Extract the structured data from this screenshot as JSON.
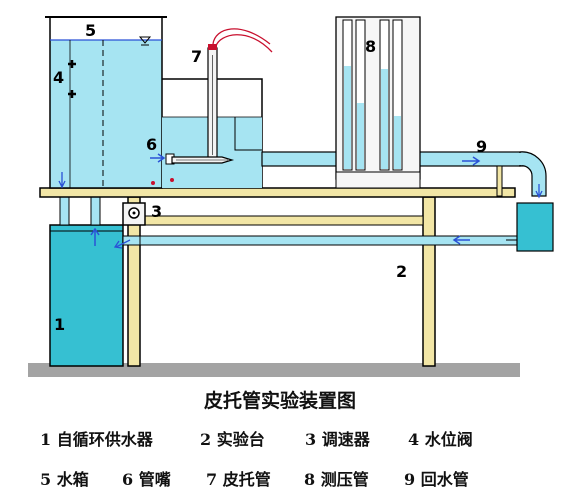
{
  "title": "皮托管实验装置图",
  "labels": {
    "n1": "1",
    "n2": "2",
    "n3": "3",
    "n4": "4",
    "n5": "5",
    "n6": "6",
    "n7": "7",
    "n8": "8",
    "n9": "9"
  },
  "legend": [
    [
      "1 自循环供水器",
      "2 实验台",
      "3 调速器",
      "4 水位阀"
    ],
    [
      "5 水箱",
      "6 管嘴",
      "7 皮托管",
      "8 测压管",
      "9 回水管"
    ]
  ],
  "colors": {
    "water": "#a6e4f2",
    "tank_water": "#36c0d2",
    "table": "#f2e6a6",
    "ground": "#a3a3a3",
    "arrow": "#2a52d6",
    "pitot_tube": "#c8102e"
  }
}
